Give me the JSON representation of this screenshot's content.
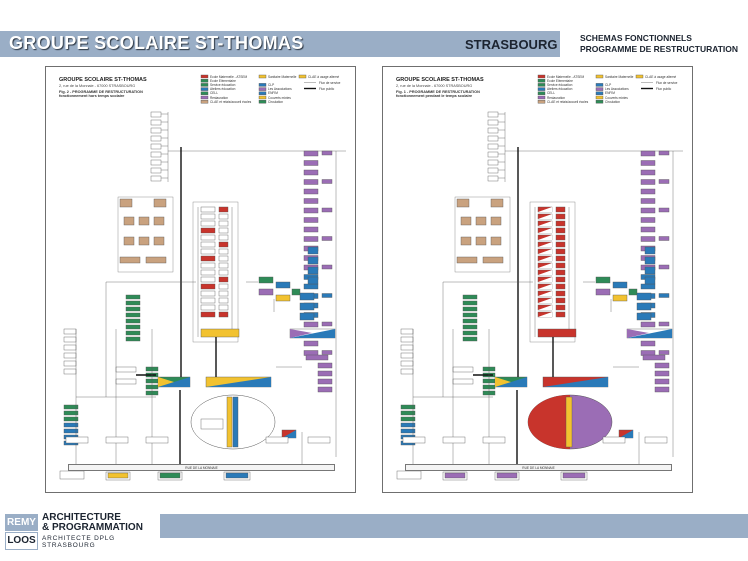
{
  "header": {
    "title": "GROUPE SCOLAIRE ST-THOMAS",
    "city": "STRASBOURG",
    "subtitle_line1": "SCHEMAS FONCTIONNELS",
    "subtitle_line2": "PROGRAMME DE RESTRUCTURATION"
  },
  "panels": [
    {
      "title": "GROUPE SCOLAIRE ST-THOMAS",
      "address": "2, rue de la Monnaie - 67000 STRASBOURG",
      "fig": "Fig. 2 - PROGRAMME DE RESTRUCTURATION",
      "fig2": "fonctionnement hors temps scolaire",
      "variant": "hors"
    },
    {
      "title": "GROUPE SCOLAIRE ST-THOMAS",
      "address": "2, rue de la Monnaie - 67000 STRASBOURG",
      "fig": "Fig. 1 - PROGRAMME DE RESTRUCTURATION",
      "fig2": "fonctionnement pendant le temps scolaire",
      "variant": "pendant"
    }
  ],
  "legend": {
    "items_left": [
      "Ecole Maternelle - ATSEM",
      "Ecole Elémentaire",
      "Service éducation",
      "Ateliers éducation",
      "CELL",
      "Restauration",
      "CLAE et relais/accueil écoles"
    ],
    "items_right": [
      "Sanitaire Maternelle",
      "CLP",
      "Les Associations",
      "ENFIM",
      "Couverts mixtes",
      "Circulation"
    ],
    "item_extra": "CLAE à usage alterné",
    "flow1": "Flux de service",
    "flow2": "Flux public"
  },
  "street_label": "RUE DE LA MONNAIE",
  "footer": {
    "logo_top": "REMY",
    "logo_bottom": "LOOS",
    "firm_line1": "ARCHITECTURE",
    "firm_line2": "& PROGRAMMATION",
    "firm_line3": "ARCHITECTE DPLG",
    "firm_line4": "STRASBOURG"
  },
  "colors": {
    "band": "#9aaec6",
    "green": "#2e8b57",
    "blue": "#2a7ab8",
    "purple": "#9b6db5",
    "red": "#c8342c",
    "yellow": "#f2c230",
    "brown": "#c9a27f"
  }
}
